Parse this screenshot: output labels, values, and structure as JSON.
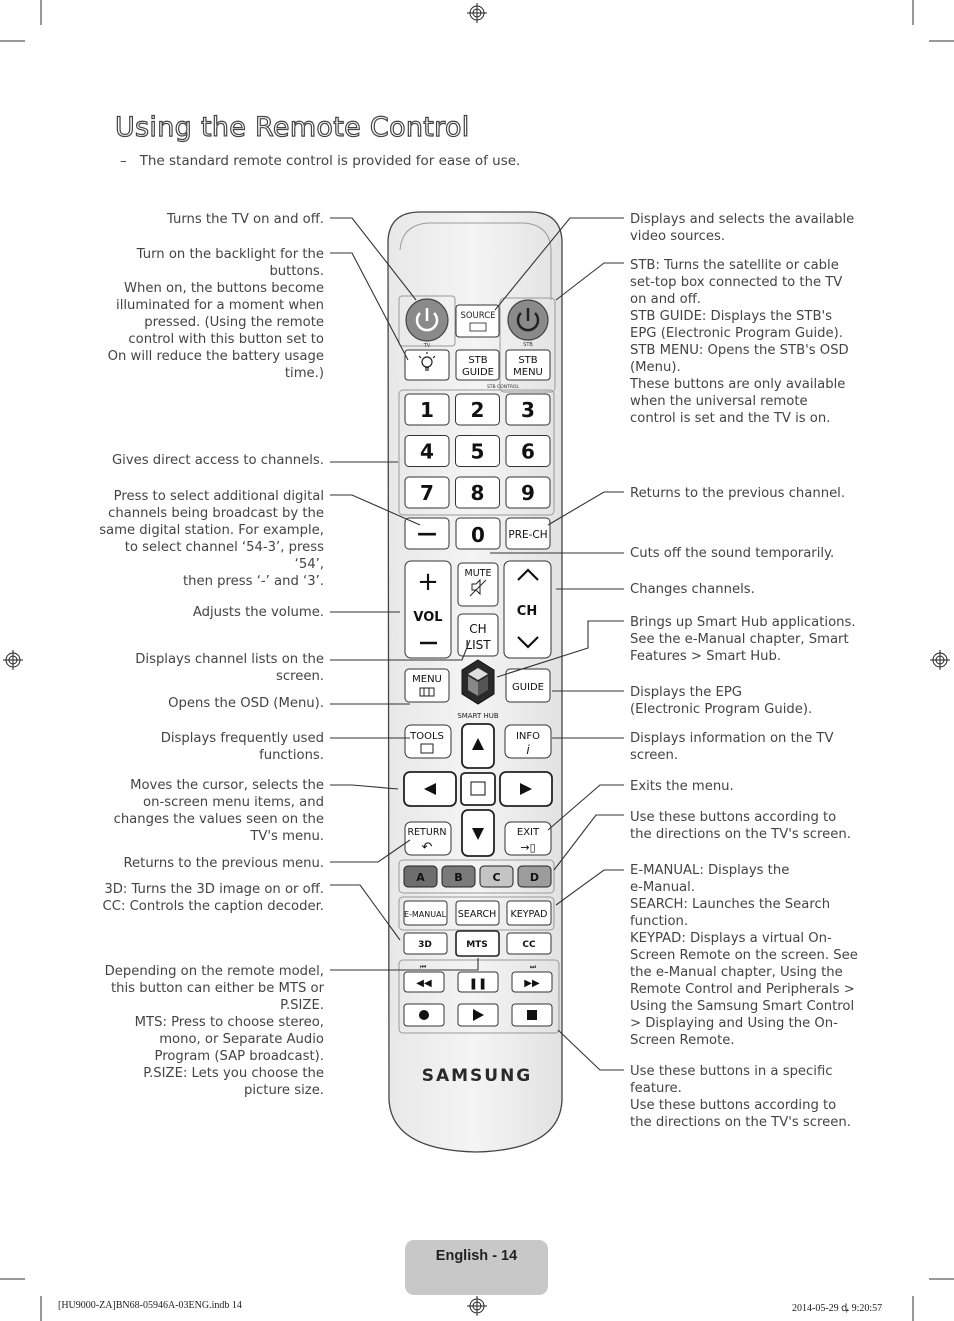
{
  "page": {
    "title": "Using the Remote Control",
    "subtitle_dash": "–",
    "subtitle": "The standard remote control is provided for ease of use.",
    "footer_label": "English - 14",
    "print_left": "[HU9000-ZA]BN68-05946A-03ENG.indb   14",
    "print_right": "2014-05-29   ꝱ 9:20:57"
  },
  "callouts_left": [
    {
      "id": "power",
      "lines": [
        "Turns the TV on and off."
      ]
    },
    {
      "id": "backlight",
      "lines": [
        "Turn on the backlight for the",
        "buttons.",
        "When on, the buttons become",
        "illuminated for a moment when",
        "pressed. (Using the remote",
        "control with this button set to",
        "On will reduce the battery usage",
        "time.)"
      ]
    },
    {
      "id": "numbers",
      "lines": [
        "Gives direct access to channels."
      ]
    },
    {
      "id": "dash",
      "lines": [
        "Press to select additional digital",
        "channels being broadcast by the",
        "same digital station. For example,",
        "to select channel ‘54-3’, press ‘54’,",
        "then press ‘-’ and ‘3’."
      ]
    },
    {
      "id": "vol",
      "lines": [
        "Adjusts the volume."
      ]
    },
    {
      "id": "chlist",
      "lines": [
        "Displays channel lists on the",
        "screen."
      ]
    },
    {
      "id": "menu",
      "lines": [
        "Opens the OSD (Menu)."
      ]
    },
    {
      "id": "tools",
      "lines": [
        "Displays frequently used",
        "functions."
      ]
    },
    {
      "id": "cursor",
      "lines": [
        "Moves the cursor, selects the",
        "on-screen menu items, and",
        "changes the values seen on the",
        "TV's menu."
      ]
    },
    {
      "id": "return",
      "lines": [
        "Returns to the previous menu."
      ]
    },
    {
      "id": "3dcc",
      "lines": [
        "3D: Turns the 3D image on or off.",
        "CC: Controls the caption decoder."
      ]
    },
    {
      "id": "mts",
      "lines": [
        "Depending on the remote model,",
        "this button can either be MTS or",
        "P.SIZE.",
        "MTS: Press to choose stereo,",
        "mono, or Separate Audio",
        "Program (SAP broadcast).",
        "P.SIZE: Lets you choose the",
        "picture size."
      ]
    }
  ],
  "callouts_right": [
    {
      "id": "source",
      "lines": [
        "Displays and selects the available",
        "video sources."
      ]
    },
    {
      "id": "stb",
      "lines": [
        "STB: Turns the satellite or cable",
        "set-top box connected to the TV",
        "on and off.",
        "STB GUIDE: Displays the STB's",
        "EPG (Electronic Program Guide).",
        "STB MENU: Opens the STB's OSD",
        "(Menu).",
        "These buttons are only available",
        "when the universal remote",
        "control is set and the TV is on."
      ]
    },
    {
      "id": "prech",
      "lines": [
        "Returns to the previous channel."
      ]
    },
    {
      "id": "mute",
      "lines": [
        "Cuts off the sound temporarily."
      ]
    },
    {
      "id": "ch",
      "lines": [
        "Changes channels."
      ]
    },
    {
      "id": "smarthub",
      "lines": [
        "Brings up Smart Hub applications.",
        "See the e-Manual chapter, Smart",
        "Features > Smart Hub."
      ]
    },
    {
      "id": "guide",
      "lines": [
        "Displays the EPG",
        "(Electronic Program Guide)."
      ]
    },
    {
      "id": "info",
      "lines": [
        "Displays information on the TV",
        "screen."
      ]
    },
    {
      "id": "exit",
      "lines": [
        "Exits the menu."
      ]
    },
    {
      "id": "abcd",
      "lines": [
        "Use these buttons according to",
        "the directions on the TV's screen."
      ]
    },
    {
      "id": "emanual",
      "lines": [
        "E-MANUAL: Displays the",
        "e-Manual.",
        "SEARCH: Launches the Search",
        "function.",
        "KEYPAD: Displays a virtual On-",
        "Screen Remote on the screen. See",
        "the e-Manual chapter, Using the",
        "Remote Control and Peripherals >",
        "Using the Samsung Smart Control",
        "> Displaying and Using the On-",
        "Screen Remote."
      ]
    },
    {
      "id": "media",
      "lines": [
        "Use these buttons in a specific",
        "feature.",
        "Use these buttons according to",
        "the directions on the TV's screen."
      ]
    }
  ],
  "remote": {
    "source": "SOURCE",
    "tv": "TV",
    "stb": "STB",
    "stb_guide_1": "STB",
    "stb_guide_2": "GUIDE",
    "stb_menu_1": "STB",
    "stb_menu_2": "MENU",
    "stb_control": "STB CONTROL",
    "digits": [
      "1",
      "2",
      "3",
      "4",
      "5",
      "6",
      "7",
      "8",
      "9"
    ],
    "zero": "0",
    "dash": "—",
    "prech": "PRE-CH",
    "mute": "MUTE",
    "vol": "VOL",
    "ch": "CH",
    "chlist_1": "CH",
    "chlist_2": "LIST",
    "menu": "MENU",
    "guide": "GUIDE",
    "smart_hub": "SMART HUB",
    "tools": "TOOLS",
    "info": "INFO",
    "return": "RETURN",
    "exit": "EXIT",
    "color_keys": [
      "A",
      "B",
      "C",
      "D"
    ],
    "color_fills": [
      "#6e6e6e",
      "#7a7a7a",
      "#c4c4c4",
      "#9c9c9c"
    ],
    "emanual": "E-MANUAL",
    "search": "SEARCH",
    "keypad": "KEYPAD",
    "k3d": "3D",
    "mts": "MTS",
    "cc": "CC",
    "brand": "SAMSUNG"
  }
}
